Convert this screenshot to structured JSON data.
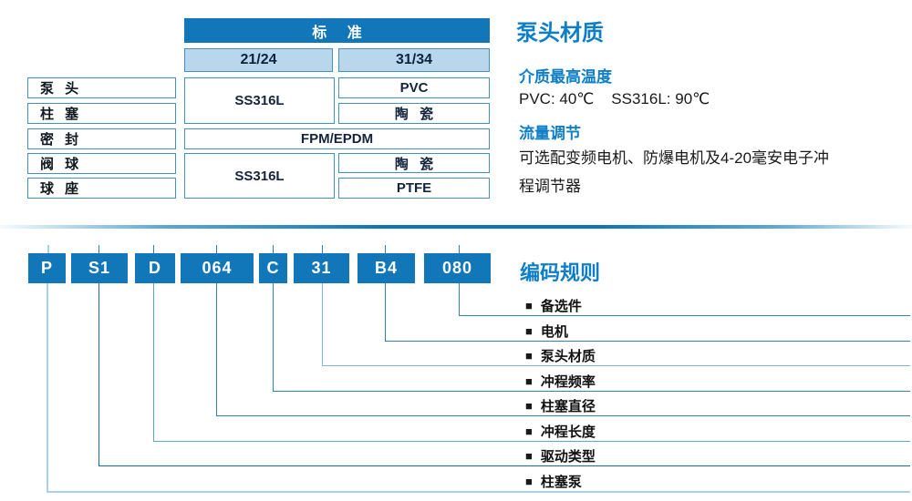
{
  "materials_table": {
    "header": "标 准",
    "columns": [
      "21/24",
      "31/34"
    ],
    "rows": [
      "泵 头",
      "柱 塞",
      "密 封",
      "阀 球",
      "球 座"
    ],
    "values": {
      "pump_plunger_left": "SS316L",
      "pump_head_right": "PVC",
      "plunger_right": "陶 瓷",
      "seal": "FPM/EPDM",
      "valve_seat_left": "SS316L",
      "valve_ball_right": "陶 瓷",
      "ball_seat_right": "PTFE"
    }
  },
  "info_panel": {
    "title": "泵头材质",
    "temp_heading": "介质最高温度",
    "temp_values": "PVC: 40℃    SS316L: 90℃",
    "flow_heading": "流量调节",
    "flow_lines": [
      "可选配变频电机、防爆电机及4-20毫安电子冲",
      "程调节器"
    ]
  },
  "coding": {
    "title": "编码规则",
    "bullet": "■",
    "codes": [
      "P",
      "S1",
      "D",
      "064",
      "C",
      "31",
      "B4",
      "080"
    ],
    "labels": [
      "备选件",
      "电机",
      "泵头材质",
      "冲程频率",
      "柱塞直径",
      "冲程长度",
      "驱动类型",
      "柱塞泵"
    ]
  },
  "colors": {
    "primary_blue": "#1177b8",
    "heading_blue": "#0e7ec6",
    "light_blue_bg": "#b8d7ec",
    "border_blue": "#4190c8",
    "line_blue": "#2b80bd",
    "line_light": "#a9d2e8"
  }
}
